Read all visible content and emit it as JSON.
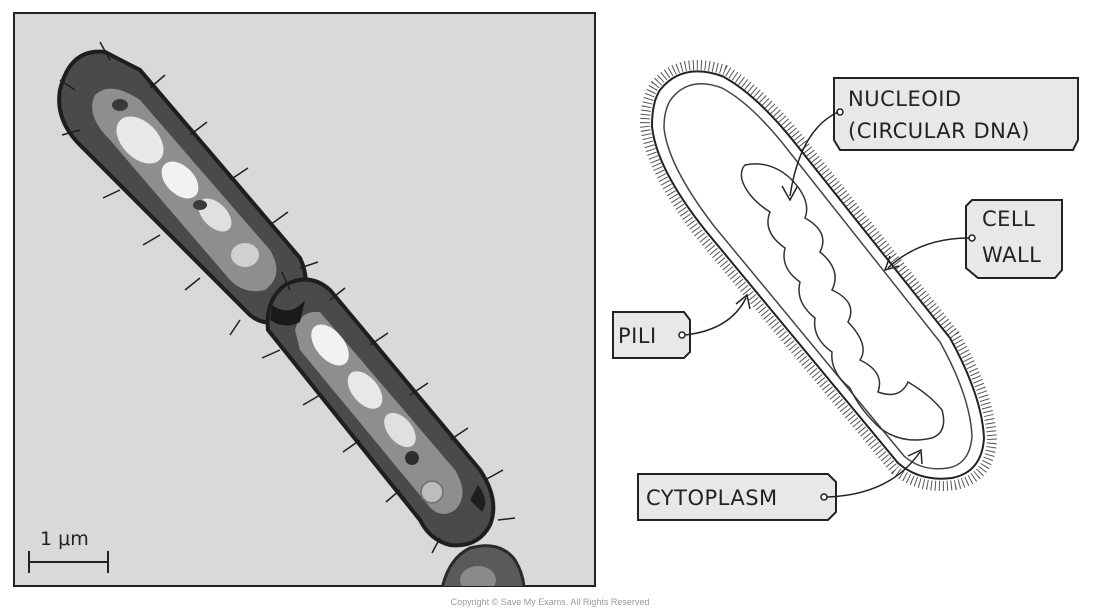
{
  "micrograph": {
    "scale_bar_label": "1 μm"
  },
  "labels": {
    "nucleoid_line1": "NUCLEOID",
    "nucleoid_line2": "(CIRCULAR  DNA)",
    "cell_wall_line1": "CELL",
    "cell_wall_line2": "WALL",
    "pili": "PILI",
    "cytoplasm": "CYTOPLASM"
  },
  "footer": {
    "copyright": "Copyright © Save My Exams. All Rights Reserved"
  },
  "colors": {
    "tag_fill": "#e8e8e8",
    "micrograph_bg": "#d9d9d9",
    "cell_dark": "#4a4a4a",
    "cell_light": "#eeeeee"
  }
}
